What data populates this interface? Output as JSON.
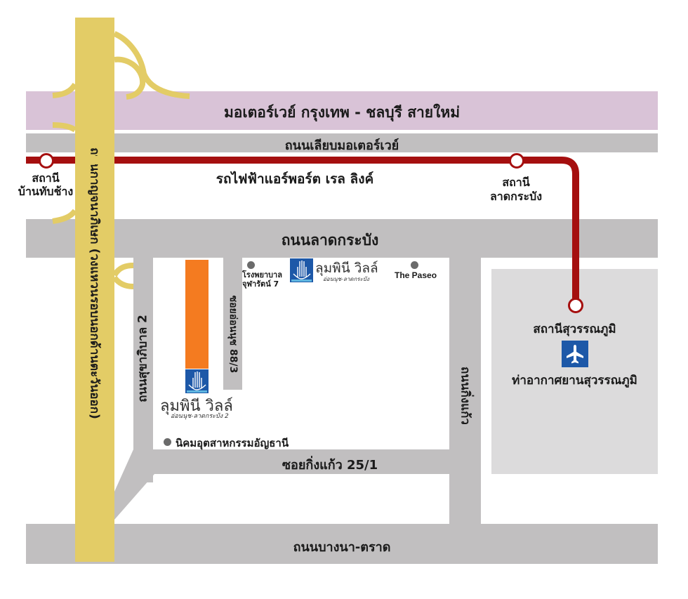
{
  "colors": {
    "road": "#c1bfc0",
    "motorway": "#d9c3d7",
    "ring_road": "#e3cc66",
    "rail": "#a50f0f",
    "project": "#f47b20",
    "airport_area": "#dcdbdc",
    "logo_blue": "#1d58a8"
  },
  "roads": {
    "motorway": "มอเตอร์เวย์ กรุงเทพ - ชลบุรี สายใหม่",
    "frontage": "ถนนเลียบมอเตอร์เวย์",
    "rail_line": "รถไฟฟ้าแอร์พอร์ต เรล ลิงค์",
    "lat_krabang": "ถนนลาดกระบัง",
    "kanchanaphisek": "ถนนกาญจนาภิเษก (วงแหวนรอบนอกด้านตะวันออก)",
    "sukhaphiban2": "ถนนสุขาภิบาล 2",
    "soi_onnut_88_3": "ซอยอ่อนนุช 88/3",
    "kingkaew": "ถนนกิ่งแก้ว",
    "soi_kingkaew_25_1": "ซอยกิ่งแก้ว 25/1",
    "bangna_trat": "ถนนบางนา-ตราด"
  },
  "stations": {
    "ban_thap_chang": {
      "line1": "สถานี",
      "line2": "บ้านทับช้าง"
    },
    "lat_krabang": {
      "line1": "สถานี",
      "line2": "ลาดกระบัง"
    },
    "suvarnabhumi": "สถานีสุวรรณภูมิ"
  },
  "airport": {
    "name": "ท่าอากาศยานสุวรรณภูมิ",
    "icon": "airplane-icon"
  },
  "pois": {
    "hospital": {
      "line1": "โรงพยาบาล",
      "line2": "จุฬารัตน์ 7"
    },
    "paseo": "The Paseo",
    "industrial_estate": "นิคมอุตสาหกรรมอัญธานี"
  },
  "projects": {
    "existing": {
      "name": "ลุมพินี วิลล์",
      "sub": "อ่อนนุช-ลาดกระบัง"
    },
    "new": {
      "name": "ลุมพินี วิลล์",
      "sub": "อ่อนนุช-ลาดกระบัง 2"
    }
  }
}
